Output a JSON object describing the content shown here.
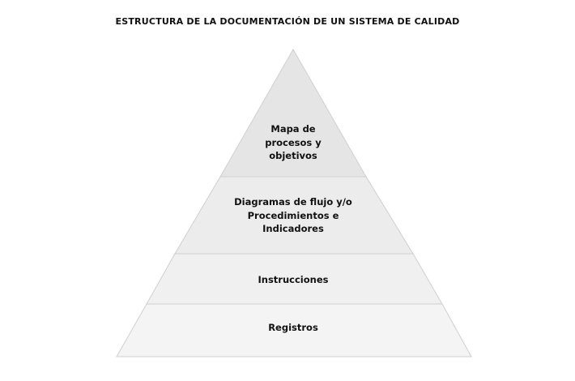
{
  "title": "ESTRUCTURA DE LA DOCUMENTACIÓN DE UN SISTEMA DE CALIDAD",
  "levels": [
    {
      "label": "Mapa de\nprocesos y\nobjetivos",
      "fill": "#e5e5e5"
    },
    {
      "label": "Diagramas de flujo y/o\nProcedimientos e\nIndicadores",
      "fill": "#ececec"
    },
    {
      "label": "Instrucciones",
      "fill": "#f0f0f0"
    },
    {
      "label": "Registros",
      "fill": "#f4f4f4"
    }
  ],
  "colors": {
    "stroke": "#cfcfcf",
    "text": "#111111"
  }
}
